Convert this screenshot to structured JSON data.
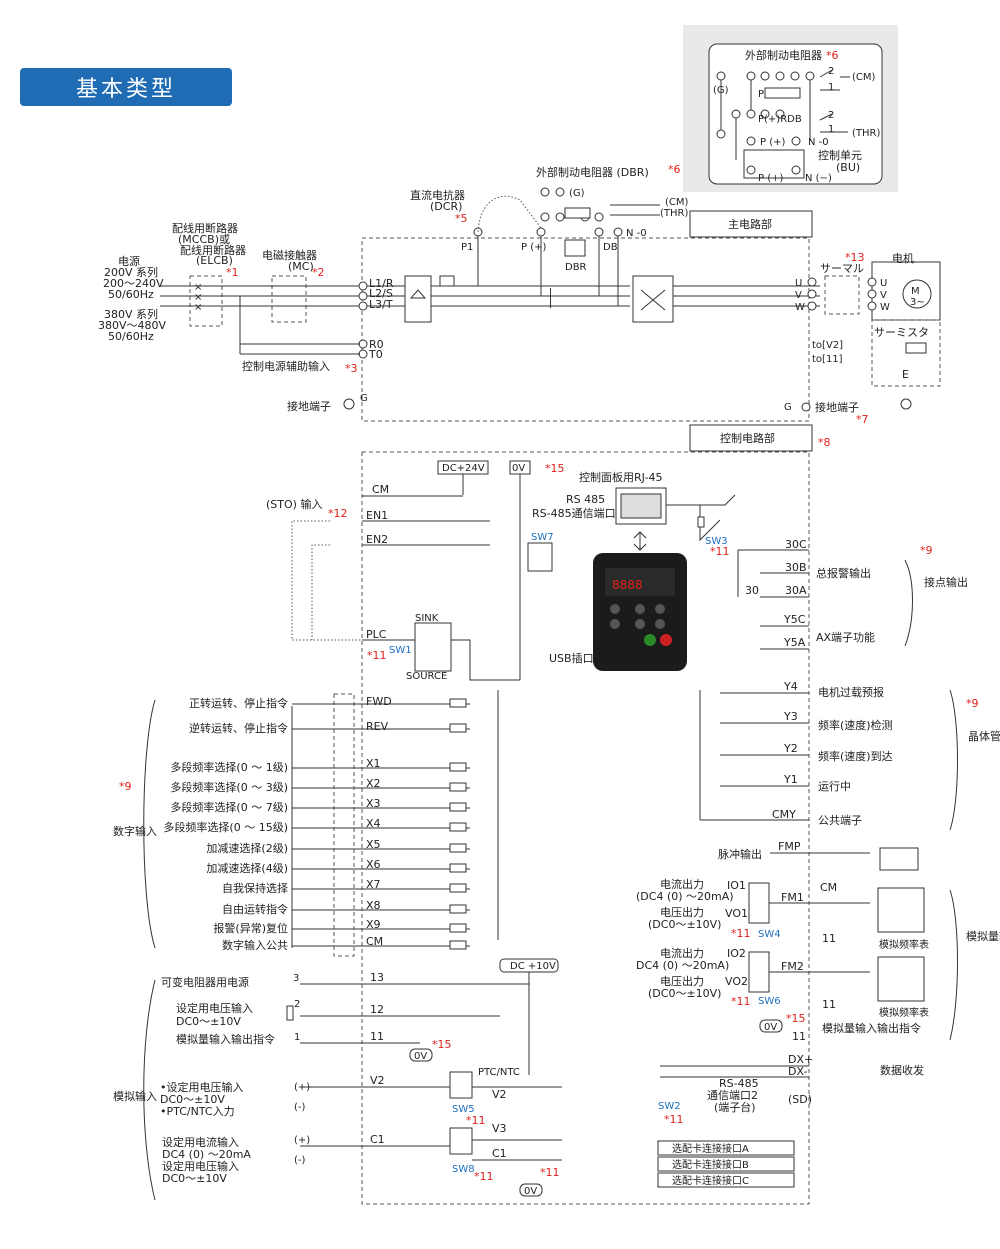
{
  "page_title": "基本类型",
  "inset": {
    "title": "外部制动电阻器",
    "mark": "*6",
    "g": "(G)",
    "p": "P",
    "db": "DB",
    "cm": "(CM)",
    "pdb": "P(+)RDB",
    "p_plus": "P (+)",
    "n_minus": "N -0",
    "thr": "(THR)",
    "bu": "控制单元",
    "bu2": "(BU)",
    "p_plus2": "P (+)",
    "n_minus2": "N (−)",
    "n1": "1",
    "n2": "2"
  },
  "main": {
    "power_title": "电源",
    "power_200": "200V 系列",
    "power_200v": "200～240V",
    "power_200hz": "50/60Hz",
    "power_400": "380V 系列",
    "power_400v": "380V～480V",
    "power_400hz": "50/60Hz",
    "mccb1": "配线用断路器",
    "mccb2": "(MCCB)或",
    "mccb3": "配线用断路器",
    "mccb4": "(ELCB)",
    "mccb_mark": "*1",
    "mc1": "电磁接触器",
    "mc2": "(MC)",
    "mc_mark": "*2",
    "dcr1": "直流电抗器",
    "dcr2": "(DCR)",
    "dcr_mark": "*5",
    "dbr": "外部制动电阻器 (DBR)",
    "dbr_mark": "*6",
    "dbr_g": "(G)",
    "dbr_cm": "(CM)",
    "dbr_thr": "(THR)",
    "t_l1": "L1/R",
    "t_l2": "L2/S",
    "t_l3": "L3/T",
    "t_r0": "R0",
    "t_t0": "T0",
    "aux": "控制电源辅助输入",
    "aux_mark": "*3",
    "p1": "P1",
    "pplus": "P (+)",
    "db": "DB",
    "nminus": "N -0",
    "dbr_small": "DBR",
    "main_label": "主电路部",
    "u": "U",
    "v": "V",
    "w": "W",
    "thermal": "サーマル",
    "thermal_mark": "*13",
    "motor": "电机",
    "motor_m": "M",
    "motor_3": "3~",
    "thermistor": "サーミスタ",
    "tov2": "to[V2]",
    "to11": "to[11]",
    "e": "E",
    "gnd_left": "接地端子",
    "gnd_right": "接地端子",
    "gnd_mark": "*7",
    "g": "G",
    "control_label": "控制电路部",
    "control_mark": "*8"
  },
  "control": {
    "dc24": "DC+24V",
    "ov": "0V",
    "mark15": "*15",
    "cm": "CM",
    "sto": "(STO) 输入",
    "sto_mark": "*12",
    "en1": "EN1",
    "en2": "EN2",
    "plc": "PLC",
    "sw7": "SW7",
    "sink": "SINK",
    "source": "SOURCE",
    "sw1": "SW1",
    "sw1_mark": "*11",
    "rj45": "控制面板用RJ-45",
    "rs485": "RS 485",
    "rs485_2": "RS-485通信端口1",
    "sw3": "SW3",
    "sw3_mark": "*11",
    "usb": "USB插口",
    "display": "8888",
    "r30c": "30C",
    "r30b": "30B",
    "r30a": "30A",
    "r30": "30",
    "alarm": "总报警输出",
    "contact_mark": "*9",
    "contact_label": "接点输出",
    "y5c": "Y5C",
    "y5a": "Y5A",
    "ax": "AX端子功能",
    "y4": "Y4",
    "y3": "Y3",
    "y2": "Y2",
    "y1": "Y1",
    "cmy": "CMY",
    "y4t": "电机过载预报",
    "y3t": "频率(速度)检测",
    "y2t": "频率(速度)到达",
    "y1t": "运行中",
    "cmyt": "公共端子",
    "tr_mark": "*9",
    "tr_label": "晶体管输出",
    "fmp": "FMP",
    "pulse": "脉冲输出",
    "cm2": "CM",
    "io1": "IO1",
    "vo1": "VO1",
    "fm1": "FM1",
    "cur1": "电流出力",
    "cur1b": "(DC4 (0) ～20mA)",
    "vol1": "电压出力",
    "vol1b": "(DC0～±10V)",
    "sw4": "SW4",
    "sw4_mark": "*11",
    "io2": "IO2",
    "vo2": "VO2",
    "fm2": "FM2",
    "cur2": "电流出力",
    "cur2b": "DC4 (0) ～20mA)",
    "vol2": "电压出力",
    "vol2b": "(DC0～±10V)",
    "sw6": "SW6",
    "sw6_mark": "*11",
    "n11a": "11",
    "n11b": "11",
    "meter": "模拟频率表",
    "meter2": "模拟频率表",
    "ana_mark": "*15",
    "ana_ov": "0V",
    "ana_11": "11",
    "ana_cmd": "模拟量输入输出指令",
    "ao_label": "模拟量输出",
    "fwd": "FWD",
    "rev": "REV",
    "x1": "X1",
    "x2": "X2",
    "x3": "X3",
    "x4": "X4",
    "x5": "X5",
    "x6": "X6",
    "x7": "X7",
    "x8": "X8",
    "x9": "X9",
    "cmx": "CM",
    "fwdt": "正转运转、停止指令",
    "revt": "逆转运转、停止指令",
    "x1t": "多段频率选择(0 ～ 1级)",
    "x2t": "多段频率选择(0 ～ 3级)",
    "x3t": "多段频率选择(0 ～ 7级)",
    "x4t": "多段频率选择(0 ～ 15级)",
    "x5t": "加减速选择(2级)",
    "x6t": "加减速选择(4级)",
    "x7t": "自我保持选择",
    "x8t": "自由运转指令",
    "x9t": "报警(异常)复位",
    "cmxt": "数字输入公共",
    "di_mark": "*9",
    "di_label": "数字输入",
    "dc10": "DC +10V",
    "t13": "13",
    "t12": "12",
    "t11": "11",
    "n3": "3",
    "n2": "2",
    "n1": "1",
    "pot": "可变电阻器用电源",
    "v12a": "设定用电压输入",
    "v12b": "DC0～±10V",
    "a11": "模拟量输入输出指令",
    "ov3": "0V",
    "ov3_mark": "*15",
    "v2": "V2",
    "v2b": "V2",
    "ptc": "PTC/NTC",
    "sw5": "SW5",
    "sw5_mark": "*11",
    "v2t1": "•设定用电压输入",
    "v2t2": "DC0～±10V",
    "v2t3": "•PTC/NTC入力",
    "c1": "C1",
    "v3": "V3",
    "c1b": "C1",
    "sw8": "SW8",
    "sw8_mark": "*11",
    "c1_mark": "*11",
    "ov4": "0V",
    "c1t1": "设定用电流输入",
    "c1t2": "DC4 (0) ～20mA",
    "c1t3": "设定用电压输入",
    "c1t4": "DC0～±10V",
    "ai_label": "模拟输入",
    "plus": "(+)",
    "minus": "(-)",
    "dxp": "DX+",
    "dxm": "DX-",
    "sd": "(SD)",
    "comm": "数据收发",
    "rs485b": "RS-485",
    "rs485b2": "通信端口2",
    "rs485b3": "(端子台)",
    "sw2": "SW2",
    "sw2_mark": "*11",
    "opta": "选配卡连接接口A",
    "optb": "选配卡连接接口B",
    "optc": "选配卡连接接口C"
  }
}
